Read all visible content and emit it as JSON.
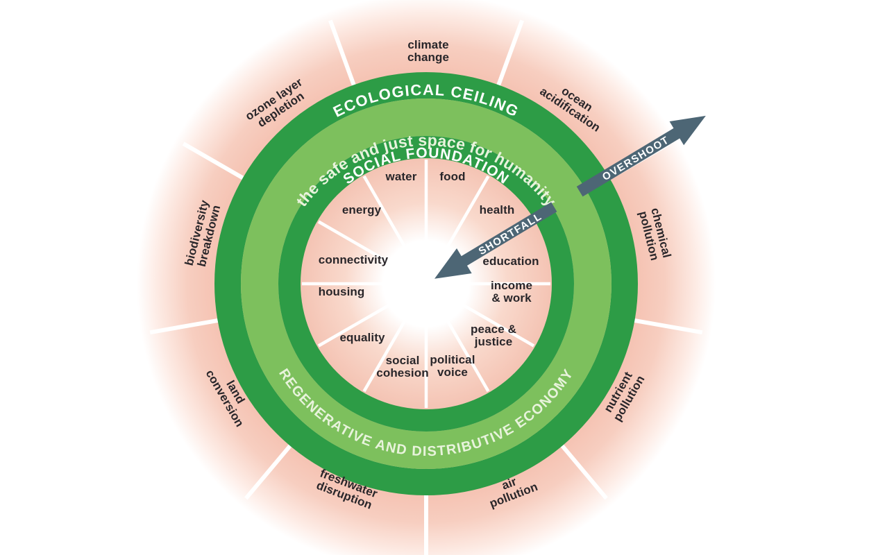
{
  "diagram": {
    "ceiling_label": "ECOLOGICAL CEILING",
    "safe_space_label": "the safe and just space for humanity",
    "foundation_label": "SOCIAL FOUNDATION",
    "economy_label": "REGENERATIVE AND DISTRIBUTIVE ECONOMY",
    "overshoot_label": "OVERSHOOT",
    "shortfall_label": "SHORTFALL"
  },
  "social": {
    "items": [
      {
        "label": "water"
      },
      {
        "label": "food"
      },
      {
        "label": "health"
      },
      {
        "label": "education"
      },
      {
        "label": "income\n& work"
      },
      {
        "label": "peace &\njustice"
      },
      {
        "label": "political\nvoice"
      },
      {
        "label": "social\ncohesion"
      },
      {
        "label": "equality"
      },
      {
        "label": "housing"
      },
      {
        "label": "connectivity"
      },
      {
        "label": "energy"
      }
    ]
  },
  "ecological": {
    "items": [
      {
        "label": "climate\nchange"
      },
      {
        "label": "ocean\nacidification"
      },
      {
        "label": "chemical\npollution"
      },
      {
        "label": "nutrient\npollution"
      },
      {
        "label": "air\npollution"
      },
      {
        "label": "freshwater\ndisruption"
      },
      {
        "label": "land\nconversion"
      },
      {
        "label": "biodiversity\nbreakdown"
      },
      {
        "label": "ozone layer\ndepletion"
      }
    ]
  },
  "colors": {
    "dark_green": "#2d9c46",
    "light_green": "#7dc05d",
    "pink": "#f5c3b3",
    "arrow_slate": "#4d6675",
    "ring_text": "#ffffff",
    "pale_ring_text": "#e8f3dc",
    "label_text": "#29262a"
  }
}
